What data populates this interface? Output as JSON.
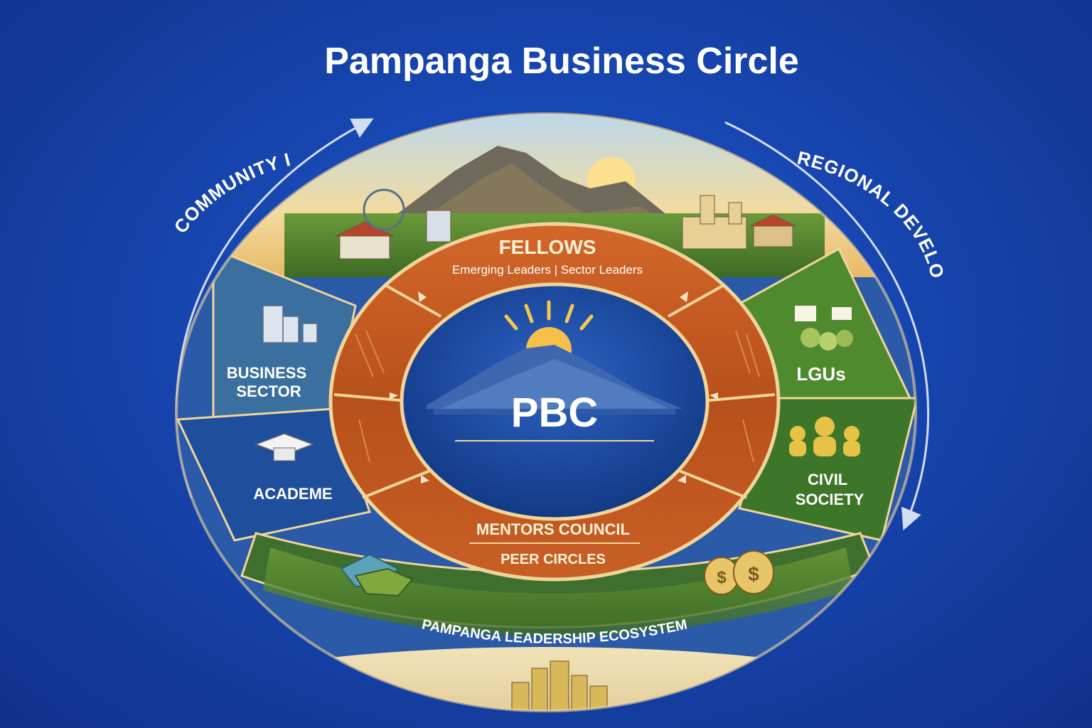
{
  "title": "Pampanga Business Circle",
  "outer_labels": {
    "left": "COMMUNITY IMPACT",
    "right": "REGIONAL DEVELOPMENT"
  },
  "center": {
    "label": "PBC"
  },
  "inner_ring": {
    "top_title": "FELLOWS",
    "top_subtitle": "Emerging Leaders | Sector Leaders",
    "bottom_title": "MENTORS COUNCIL",
    "bottom_subtitle": "PEER CIRCLES"
  },
  "segments": {
    "business": {
      "line1": "BUSINESS",
      "line2": "SECTOR"
    },
    "academe": {
      "line1": "ACADEME"
    },
    "lgus": {
      "line1": "LGUs"
    },
    "civil": {
      "line1": "CIVIL",
      "line2": "SOCIETY"
    }
  },
  "ecosystem_label": "PAMPANGA LEADERSHIP ECOSYSTEM",
  "colors": {
    "background": "#1746b0",
    "orange_ring": "#c6581e",
    "blue_segment": "#2a5aa8",
    "green_segment": "#4f8a2f",
    "gold_border": "#f0d59a",
    "center_blue": "#16418f"
  },
  "icons": [
    "buildings-icon",
    "graduation-cap-icon",
    "flags-icon",
    "people-group-icon",
    "handshake-icon",
    "money-bags-icon",
    "mountain-landscape",
    "sun-icon",
    "city-skyline"
  ]
}
